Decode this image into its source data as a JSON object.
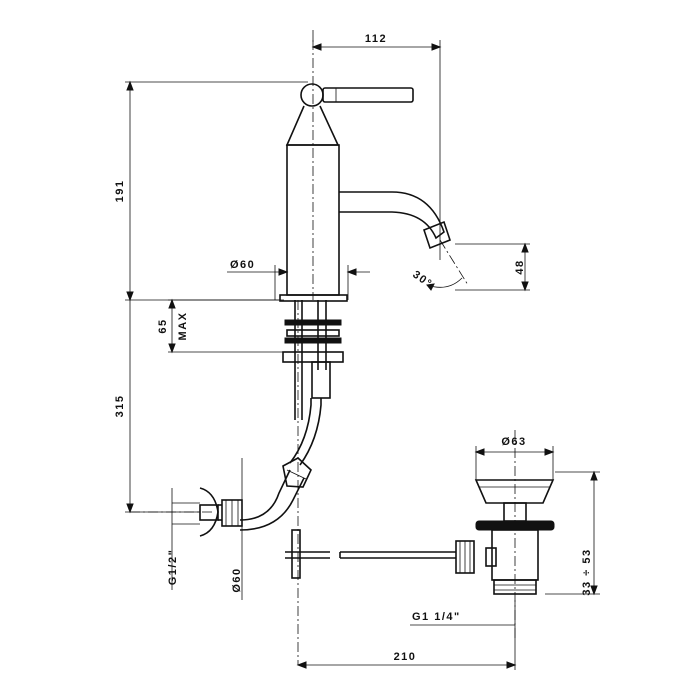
{
  "diagram": {
    "dimensions": {
      "top_width": "112",
      "spout_height": "191",
      "body_diameter": "Ø60",
      "spout_angle": "30°",
      "spout_drop": "48",
      "deck_thickness_value": "65",
      "deck_thickness_qualifier": "MAX",
      "below_deck_length": "315",
      "waste_diameter": "Ø63",
      "inlet_thread": "G1/2\"",
      "inlet_diameter": "Ø60",
      "waste_thread": "G1 1/4\"",
      "waste_range": "33 ÷ 53",
      "overall_width": "210"
    },
    "colors": {
      "line": "#111111",
      "background": "#ffffff"
    }
  }
}
